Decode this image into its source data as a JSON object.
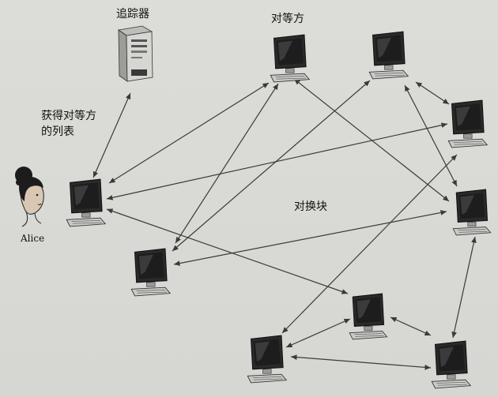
{
  "labels": {
    "tracker": "追踪器",
    "peer": "对等方",
    "get_list": "获得对等方的列表",
    "swap_chunks": "对换块",
    "alice": "Alice"
  },
  "icons": {
    "tracker": "server-tower-icon",
    "peer": "desktop-computer-icon",
    "alice": "woman-avatar-icon"
  },
  "colors": {
    "background": "#d9d9d6",
    "line": "#3a3a3a",
    "screen": "#1b1b1b"
  }
}
